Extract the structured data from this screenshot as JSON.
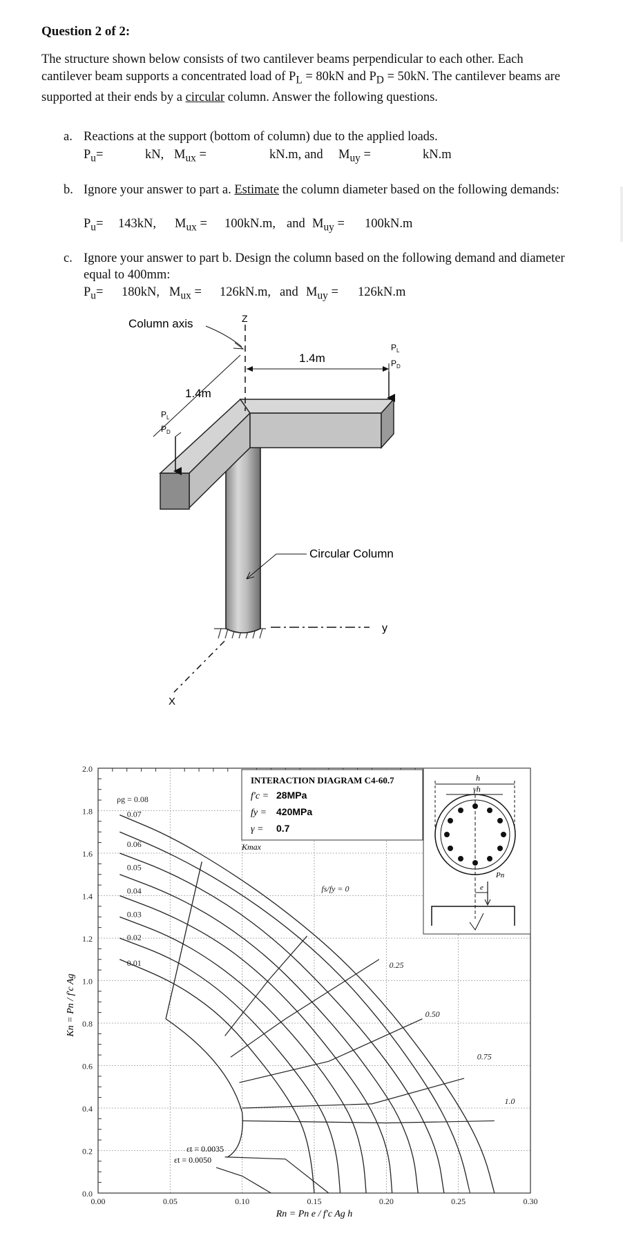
{
  "question": {
    "title": "Question 2 of 2:",
    "intro_1": "The structure shown below consists of two cantilever beams perpendicular to each other. Each cantilever beam supports a concentrated load of P",
    "intro_PL_sub": "L",
    "intro_2": " = 80kN and P",
    "intro_PD_sub": "D",
    "intro_3": " = 50kN. The cantilever beams are supported at their ends by a ",
    "intro_circular": "circular",
    "intro_4": " column.  Answer the following questions."
  },
  "parts": {
    "a": {
      "letter": "a.",
      "text": "Reactions at the support (bottom of column) due to the applied loads.",
      "pu": "P",
      "pu_sub": "u",
      "pu_eq": "=",
      "kN": "kN,",
      "mux": "M",
      "mux_sub": "ux",
      "mux_eq": "=",
      "knm_and": "kN.m,  and",
      "muy": "M",
      "muy_sub": "uy",
      "muy_eq": "=",
      "knm": "kN.m"
    },
    "b": {
      "letter": "b.",
      "text_1": "Ignore your answer to part a. ",
      "estimate": "Estimate",
      "text_2": " the column diameter based on the following demands:",
      "pu_val": "143kN,",
      "mux_val": "100kN.m,",
      "and": "and",
      "muy_val": "100kN.m"
    },
    "c": {
      "letter": "c.",
      "text": "Ignore your answer to part b. Design the column based on the following demand and diameter equal to 400mm:",
      "pu_val": "180kN,",
      "mux_val": "126kN.m,",
      "and": "and",
      "muy_val": "126kN.m"
    }
  },
  "figure": {
    "column_axis": "Column axis",
    "z": "Z",
    "dim_1": "1.4m",
    "dim_2": "1.4m",
    "PL": "P",
    "PL_sub": "L",
    "PD": "P",
    "PD_sub": "D",
    "circular_column": "Circular Column",
    "y": "y",
    "x": "X"
  },
  "chart_data": {
    "type": "line",
    "title": "INTERACTION DIAGRAM C4-60.7",
    "params": [
      {
        "label": "f'c =",
        "value": "28MPa"
      },
      {
        "label": "fy =",
        "value": "420MPa"
      },
      {
        "label": "γ =",
        "value": "0.7"
      }
    ],
    "xlabel": "Rn = Pn e / f'c Ag h",
    "ylabel": "Kn = Pn / f'c Ag",
    "xlim": [
      0,
      0.3
    ],
    "ylim": [
      0,
      2.0
    ],
    "x_ticks": [
      "0.00",
      "0.05",
      "0.10",
      "0.15",
      "0.20",
      "0.25",
      "0.30"
    ],
    "y_ticks": [
      "0.0",
      "0.2",
      "0.4",
      "0.6",
      "0.8",
      "1.0",
      "1.2",
      "1.4",
      "1.6",
      "1.8",
      "2.0"
    ],
    "grid": true,
    "rho_labels": [
      "ρg = 0.08",
      "0.07",
      "0.06",
      "0.05",
      "0.04",
      "0.03",
      "0.02",
      "0.01"
    ],
    "fs_fy_labels": [
      "fs/fy = 0",
      "0.25",
      "0.50",
      "0.75",
      "1.0"
    ],
    "kmax": "Kmax",
    "strain_1": "εt = 0.0035",
    "strain_2": "εt = 0.0050",
    "inset_h": "h",
    "inset_gh": "γh",
    "inset_e": "e",
    "inset_pn": "Pn",
    "series": [
      {
        "name": "0.08",
        "points": [
          [
            0.015,
            1.78
          ],
          [
            0.05,
            1.68
          ],
          [
            0.09,
            1.52
          ],
          [
            0.13,
            1.33
          ],
          [
            0.17,
            1.1
          ],
          [
            0.205,
            0.84
          ],
          [
            0.235,
            0.57
          ],
          [
            0.255,
            0.36
          ],
          [
            0.268,
            0.18
          ],
          [
            0.275,
            0.0
          ]
        ]
      },
      {
        "name": "0.07",
        "points": [
          [
            0.015,
            1.7
          ],
          [
            0.05,
            1.6
          ],
          [
            0.09,
            1.45
          ],
          [
            0.13,
            1.26
          ],
          [
            0.165,
            1.05
          ],
          [
            0.195,
            0.82
          ],
          [
            0.222,
            0.57
          ],
          [
            0.24,
            0.37
          ],
          [
            0.252,
            0.18
          ],
          [
            0.258,
            0.0
          ]
        ]
      },
      {
        "name": "0.06",
        "points": [
          [
            0.015,
            1.6
          ],
          [
            0.05,
            1.51
          ],
          [
            0.09,
            1.36
          ],
          [
            0.125,
            1.18
          ],
          [
            0.155,
            0.98
          ],
          [
            0.183,
            0.77
          ],
          [
            0.208,
            0.55
          ],
          [
            0.224,
            0.37
          ],
          [
            0.236,
            0.18
          ],
          [
            0.24,
            0.0
          ]
        ]
      },
      {
        "name": "0.05",
        "points": [
          [
            0.015,
            1.5
          ],
          [
            0.05,
            1.41
          ],
          [
            0.085,
            1.28
          ],
          [
            0.118,
            1.11
          ],
          [
            0.146,
            0.92
          ],
          [
            0.172,
            0.72
          ],
          [
            0.194,
            0.52
          ],
          [
            0.209,
            0.36
          ],
          [
            0.219,
            0.18
          ],
          [
            0.222,
            0.0
          ]
        ]
      },
      {
        "name": "0.04",
        "points": [
          [
            0.015,
            1.4
          ],
          [
            0.05,
            1.31
          ],
          [
            0.085,
            1.18
          ],
          [
            0.113,
            1.03
          ],
          [
            0.138,
            0.86
          ],
          [
            0.16,
            0.68
          ],
          [
            0.18,
            0.5
          ],
          [
            0.193,
            0.35
          ],
          [
            0.202,
            0.18
          ],
          [
            0.204,
            0.0
          ]
        ]
      },
      {
        "name": "0.03",
        "points": [
          [
            0.015,
            1.3
          ],
          [
            0.05,
            1.21
          ],
          [
            0.08,
            1.09
          ],
          [
            0.106,
            0.95
          ],
          [
            0.128,
            0.8
          ],
          [
            0.148,
            0.64
          ],
          [
            0.165,
            0.48
          ],
          [
            0.177,
            0.34
          ],
          [
            0.184,
            0.17
          ],
          [
            0.186,
            0.0
          ]
        ]
      },
      {
        "name": "0.02",
        "points": [
          [
            0.015,
            1.2
          ],
          [
            0.05,
            1.11
          ],
          [
            0.078,
            0.99
          ],
          [
            0.1,
            0.86
          ],
          [
            0.118,
            0.73
          ],
          [
            0.135,
            0.59
          ],
          [
            0.15,
            0.45
          ],
          [
            0.16,
            0.32
          ],
          [
            0.166,
            0.17
          ],
          [
            0.168,
            0.0
          ]
        ]
      },
      {
        "name": "0.01",
        "points": [
          [
            0.015,
            1.1
          ],
          [
            0.05,
            1.0
          ],
          [
            0.075,
            0.89
          ],
          [
            0.093,
            0.78
          ],
          [
            0.108,
            0.66
          ],
          [
            0.122,
            0.54
          ],
          [
            0.134,
            0.42
          ],
          [
            0.143,
            0.3
          ],
          [
            0.148,
            0.15
          ],
          [
            0.15,
            0.0
          ]
        ]
      }
    ]
  }
}
